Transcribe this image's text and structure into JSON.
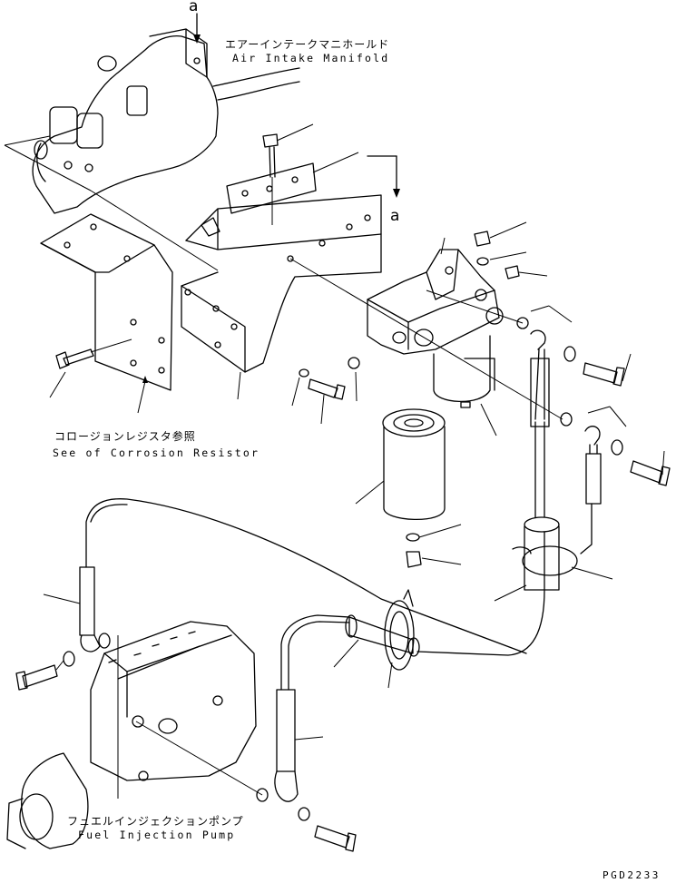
{
  "labels": {
    "manifold_jp": "エアーインテークマニホールド",
    "manifold_en": "Air Intake Manifold",
    "corrosion_jp": "コロージョンレジスタ参照",
    "corrosion_en": "See of Corrosion Resistor",
    "pump_jp": "フュエルインジェクションポンプ",
    "pump_en": "Fuel Injection Pump",
    "ref_a_top": "a",
    "ref_a_mid": "a",
    "drawing_code": "PGD2233"
  },
  "icons": [
    "reference-arrow-icon"
  ]
}
